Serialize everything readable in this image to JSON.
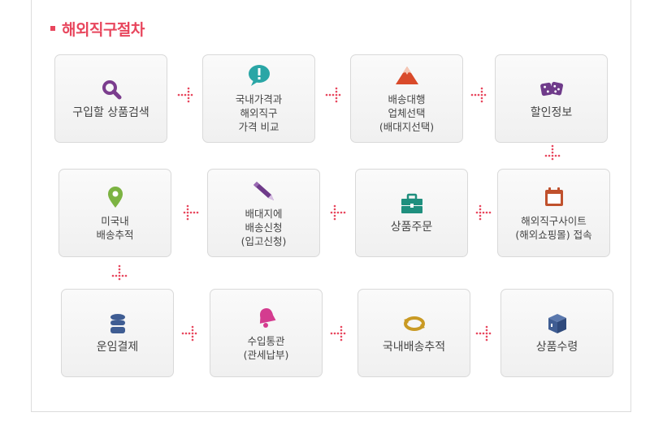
{
  "title": "해외직구절차",
  "steps": [
    {
      "lines": [
        "구입할 상품검색"
      ],
      "icon": "search-icon"
    },
    {
      "lines": [
        "국내가격과",
        "해외직구",
        "가격 비교"
      ],
      "icon": "speech-bubble-icon"
    },
    {
      "lines": [
        "배송대행",
        "업체선택",
        "(배대지선택)"
      ],
      "icon": "mountain-icon"
    },
    {
      "lines": [
        "할인정보"
      ],
      "icon": "dice-icon"
    },
    {
      "lines": [
        "해외직구사이트",
        "(해외쇼핑몰) 접속"
      ],
      "icon": "calendar-icon"
    },
    {
      "lines": [
        "상품주문"
      ],
      "icon": "toolbox-icon"
    },
    {
      "lines": [
        "배대지에",
        "배송신청",
        "(입고신청)"
      ],
      "icon": "pencil-icon"
    },
    {
      "lines": [
        "미국내",
        "배송추적"
      ],
      "icon": "map-pin-icon"
    },
    {
      "lines": [
        "운임결제"
      ],
      "icon": "coin-stack-icon"
    },
    {
      "lines": [
        "수입통관",
        "(관세납부)"
      ],
      "icon": "bell-icon"
    },
    {
      "lines": [
        "국내배송추적"
      ],
      "icon": "refresh-arrows-icon"
    },
    {
      "lines": [
        "상품수령"
      ],
      "icon": "package-box-icon"
    }
  ],
  "colors": {
    "accent": "#e8465d",
    "search": "#7b3d8e",
    "bubble": "#2aa6a6",
    "mountain": "#d94a2a",
    "dice": "#6f3b8a",
    "calendar": "#c0512d",
    "toolbox": "#1f8f7e",
    "pencil": "#6f3b8a",
    "pin": "#7cb342",
    "coins": "#3f5d93",
    "bell": "#d43c8f",
    "refresh": "#c99a24",
    "box": "#3f5d93"
  }
}
